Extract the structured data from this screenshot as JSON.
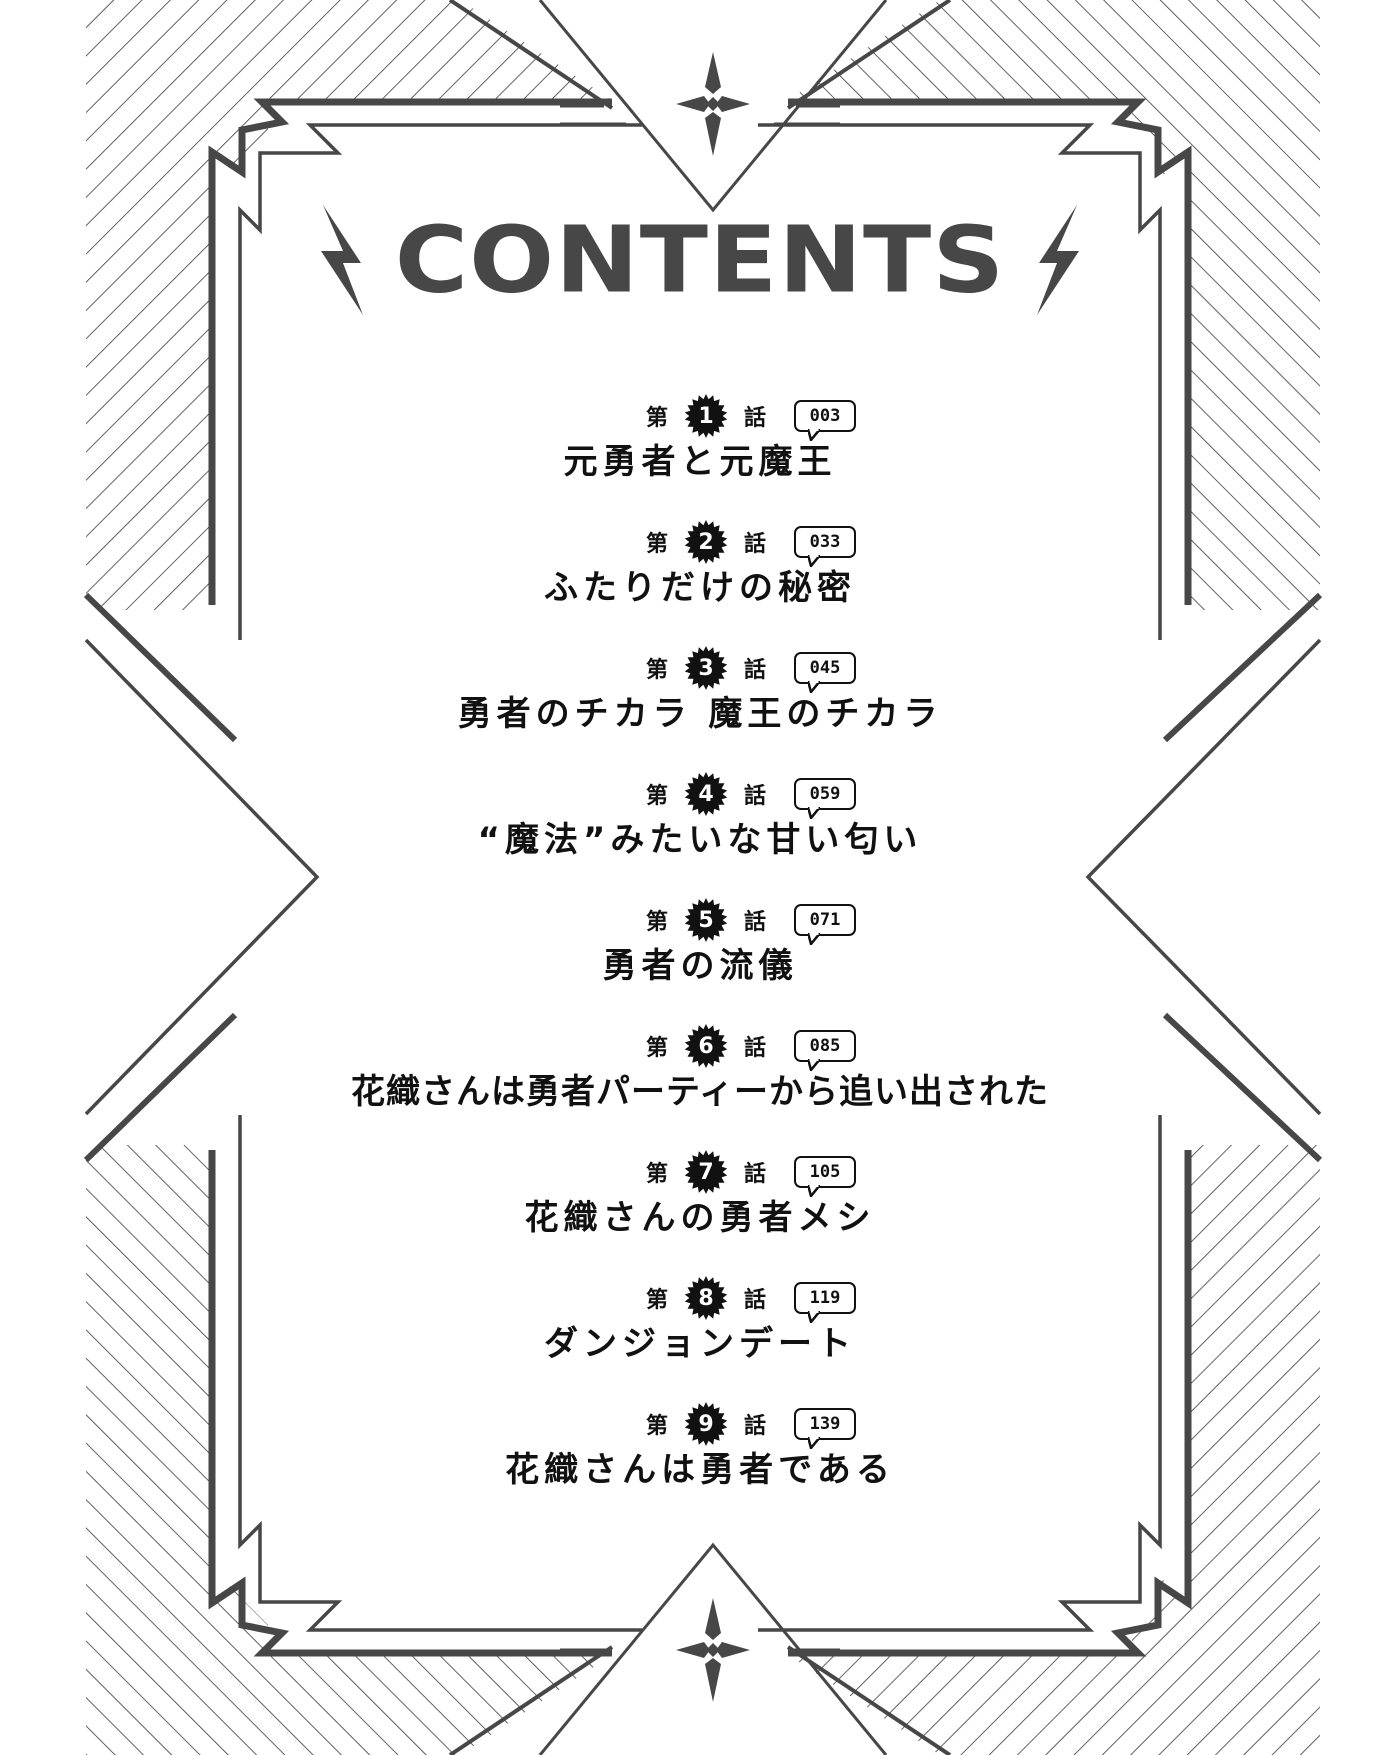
{
  "page": {
    "heading": "CONTENTS",
    "label_prefix": "第",
    "label_suffix": "話",
    "colors": {
      "frame": "#474747",
      "text": "#111111",
      "hatch": "#3a3a3a",
      "background": "#ffffff"
    }
  },
  "chapters": [
    {
      "number": "1",
      "page": "003",
      "title": "元勇者と元魔王"
    },
    {
      "number": "2",
      "page": "033",
      "title": "ふたりだけの秘密"
    },
    {
      "number": "3",
      "page": "045",
      "title": "勇者のチカラ 魔王のチカラ"
    },
    {
      "number": "4",
      "page": "059",
      "title": "“魔法”みたいな甘い匂い"
    },
    {
      "number": "5",
      "page": "071",
      "title": "勇者の流儀"
    },
    {
      "number": "6",
      "page": "085",
      "title": "花織さんは勇者パーティーから追い出された"
    },
    {
      "number": "7",
      "page": "105",
      "title": "花織さんの勇者メシ"
    },
    {
      "number": "8",
      "page": "119",
      "title": "ダンジョンデート"
    },
    {
      "number": "9",
      "page": "139",
      "title": "花織さんは勇者である"
    }
  ],
  "icons": {
    "top_ornament": "four-point-star-icon",
    "bottom_ornament": "four-point-star-icon",
    "title_left": "lightning-bolt-icon",
    "title_right": "lightning-bolt-icon",
    "chapter_badge": "starburst-badge-icon",
    "page_marker": "speech-bubble-icon"
  }
}
